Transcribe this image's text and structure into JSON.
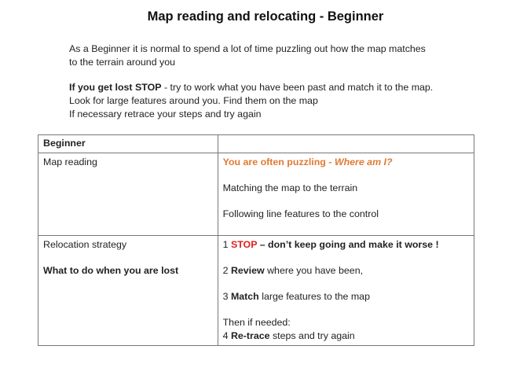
{
  "document": {
    "title": "Map reading and relocating - Beginner",
    "intro_paragraph_1": {
      "line_1": "As a Beginner  it is normal to spend a lot of time puzzling out how the map matches",
      "line_2": "to the terrain around you"
    },
    "intro_paragraph_2": {
      "line_1_bold": "If you get lost STOP",
      "line_1_rest": " - try to work what you have been past and match it to the map.",
      "line_2": "Look for large features around you.  Find them on the map",
      "line_3": "If necessary retrace your steps and try again"
    }
  },
  "table": {
    "header": {
      "col1": "Beginner",
      "col2": ""
    },
    "rows": [
      {
        "label": "Map reading",
        "sub_label": "",
        "content": {
          "highlight_prefix": "You are often puzzling  -  ",
          "highlight_italic": "Where am I?",
          "line_2": "Matching the map to the terrain",
          "line_3": "Following line features  to the control"
        }
      },
      {
        "label": "Relocation strategy",
        "sub_label": "What to do when you are lost",
        "content": {
          "step_1_num": "1 ",
          "step_1_key": "STOP",
          "step_1_rest": " – don’t keep going and  make it worse !",
          "step_2_num": "2 ",
          "step_2_key": "Review",
          "step_2_rest": " where  you have been,",
          "step_3_num": "3 ",
          "step_3_key": "Match",
          "step_3_rest": " large features  to the map",
          "then_if_needed": "Then if needed:",
          "step_4_num": "4 ",
          "step_4_key": "Re-trace",
          "step_4_rest": " steps and try again"
        }
      }
    ]
  },
  "colors": {
    "highlight_orange": "#e07b32",
    "stop_red": "#e01f1f",
    "border_gray": "#777777",
    "text": "#222222"
  }
}
